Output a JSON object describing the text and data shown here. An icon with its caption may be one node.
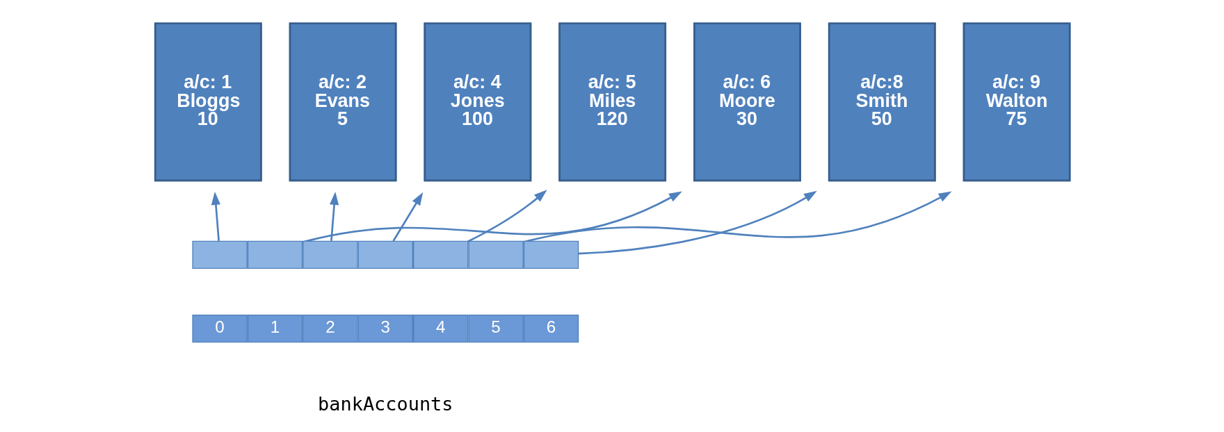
{
  "diagram": {
    "nodes": [
      {
        "text": [
          "a/c: 1 Bloggs 10"
        ]
      },
      {
        "text": [
          "a/c: 2 Evans 5"
        ]
      },
      {
        "text": [
          "a/c: 4 Jones 100"
        ]
      },
      {
        "text": [
          "a/c: 5 Miles 120"
        ]
      },
      {
        "text": [
          "a/c: 6 Moore 30"
        ]
      },
      {
        "text": [
          "a/c:8 Smith 50"
        ]
      },
      {
        "text": [
          "a/c: 9 Walton 75"
        ]
      },
      {
        "text": [],
        "shape": "box"
      },
      {
        "text": [],
        "shape": "box"
      },
      {
        "text": [],
        "shape": "box"
      },
      {
        "text": [],
        "shape": "box"
      },
      {
        "text": [],
        "shape": "box"
      },
      {
        "text": [],
        "shape": "box"
      },
      {
        "text": [],
        "shape": "box"
      },
      {
        "text": [
          "0"
        ]
      },
      {
        "text": [
          "1"
        ]
      },
      {
        "text": [
          "2"
        ]
      },
      {
        "text": [
          "3"
        ]
      },
      {
        "text": [
          "4"
        ]
      },
      {
        "text": [
          "5"
        ]
      },
      {
        "text": [
          "6"
        ]
      }
    ],
    "edges": [
      {
        "from": 7,
        "to": 0,
        "arrow": "to"
      },
      {
        "from": 9,
        "to": 1,
        "arrow": "to"
      },
      {
        "from": 10,
        "to": 2,
        "arrow": "to"
      },
      {
        "from": 11,
        "to": 3,
        "arrow": "to"
      },
      {
        "from": 8,
        "to": 4,
        "arrow": "to"
      },
      {
        "from": 13,
        "to": 5,
        "arrow": "to"
      },
      {
        "from": 12,
        "to": 6,
        "arrow": "to"
      }
    ],
    "labels": [
      "bankAccounts"
    ]
  }
}
